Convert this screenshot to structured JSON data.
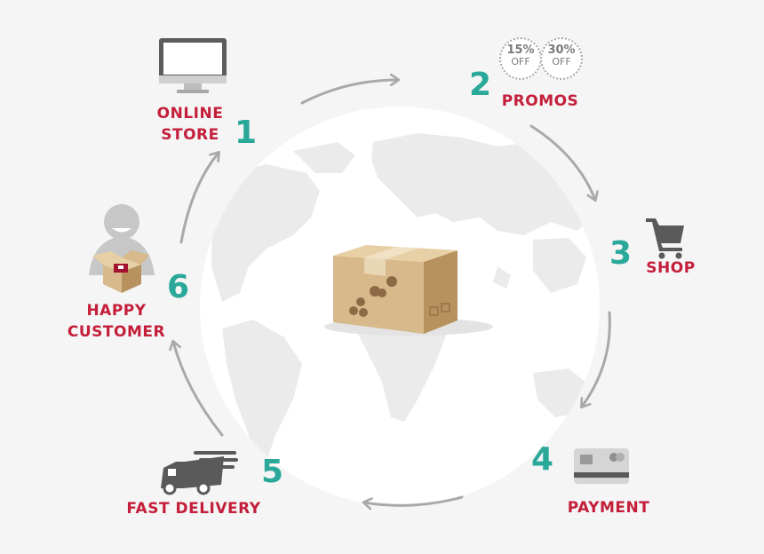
{
  "steps": [
    {
      "number": "1",
      "label_line1": "ONLINE",
      "label_line2": "STORE",
      "icon": "monitor-icon"
    },
    {
      "number": "2",
      "label_line1": "PROMOS",
      "icon": "promo-badges-icon"
    },
    {
      "number": "3",
      "label_line1": "SHOP",
      "icon": "shopping-cart-icon"
    },
    {
      "number": "4",
      "label_line1": "PAYMENT",
      "icon": "credit-card-icon"
    },
    {
      "number": "5",
      "label_line1": "FAST DELIVERY",
      "icon": "delivery-truck-icon"
    },
    {
      "number": "6",
      "label_line1": "HAPPY",
      "label_line2": "CUSTOMER",
      "icon": "customer-with-box-icon"
    }
  ],
  "promos": {
    "badge1": {
      "pct": "15%",
      "off": "OFF"
    },
    "badge2": {
      "pct": "30%",
      "off": "OFF"
    }
  },
  "center": {
    "icon": "cardboard-box-icon",
    "background": "world-map-globe"
  },
  "colors": {
    "label": "#c41e3a",
    "number": "#2aa89a",
    "arrow": "#a9a9a9",
    "icon": "#5a5a5a",
    "globe": "#ffffff",
    "background": "#f5f5f5"
  }
}
